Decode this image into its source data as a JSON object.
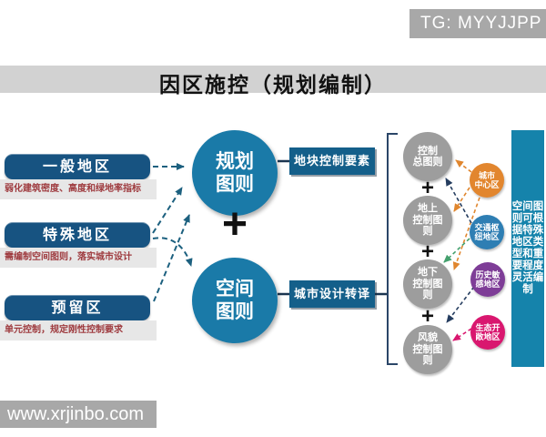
{
  "badge": {
    "text": "TG: MYYJJPP"
  },
  "title": "因区施控（规划编制）",
  "watermark": "www.xrjinbo.com",
  "plus": "+",
  "left_items": [
    {
      "label": "一般地区",
      "note": "弱化建筑密度、高度和绿地率指标"
    },
    {
      "label": "特殊地区",
      "note": "需编制空间图则，落实城市设计"
    },
    {
      "label": "预留区",
      "note": "单元控制，规定刚性控制要求"
    }
  ],
  "center": {
    "circle_top": "规划\n图则",
    "circle_bottom": "空间\n图则",
    "output_top": "地块控制要素",
    "output_bottom": "城市设计转译"
  },
  "right_circles": [
    {
      "label": "控制\n总图则"
    },
    {
      "label": "地上\n控制图\n则"
    },
    {
      "label": "地下\n控制图\n则"
    },
    {
      "label": "风貌\n控制图\n则"
    }
  ],
  "area_circles": [
    {
      "label": "城市\n中心区",
      "color": "#e2862e"
    },
    {
      "label": "交通枢\n纽地区",
      "color": "#2e7eb3"
    },
    {
      "label": "历史敏\n感地区",
      "color": "#7e3d97"
    },
    {
      "label": "生态开\n敞地区",
      "color": "#d9176f"
    }
  ],
  "side_note": "空间图\n则可根\n据特殊\n地区类\n型和重\n要程度\n灵活编\n制",
  "colors": {
    "navy_box": "#175381",
    "teal_circle": "#1a7aa8",
    "output_box": "#145f8a",
    "gray_circle": "#9d9d9d",
    "title_band": "#d2d2d2",
    "badge_bg": "#a8a8a8",
    "side_box": "#1583ab",
    "note_text": "#9e3a3e",
    "arrow_teal": "#1c607f",
    "arrow_orange": "#e0862e",
    "arrow_navy": "#253d5f",
    "arrow_green": "#44a06d",
    "arrow_crimson": "#d9176f"
  }
}
